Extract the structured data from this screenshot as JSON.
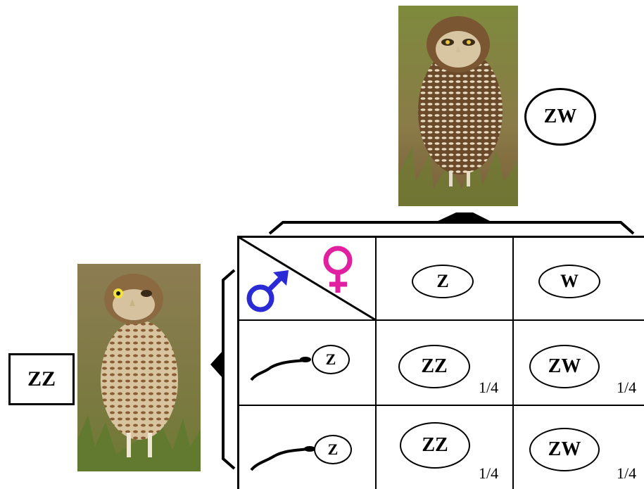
{
  "female_parent": {
    "genotype": "ZW"
  },
  "male_parent": {
    "genotype": "ZZ"
  },
  "symbols": {
    "male": "male-symbol",
    "female": "female-symbol"
  },
  "colors": {
    "male": "#2b2bd6",
    "female": "#e020a0"
  },
  "punnett": {
    "female_gametes": [
      "Z",
      "W"
    ],
    "male_gametes": [
      "Z",
      "Z"
    ],
    "cells": [
      [
        {
          "genotype": "ZZ",
          "fraction": "1/4"
        },
        {
          "genotype": "ZW",
          "fraction": "1/4"
        }
      ],
      [
        {
          "genotype": "ZZ",
          "fraction": "1/4"
        },
        {
          "genotype": "ZW",
          "fraction": "1/4"
        }
      ]
    ]
  }
}
